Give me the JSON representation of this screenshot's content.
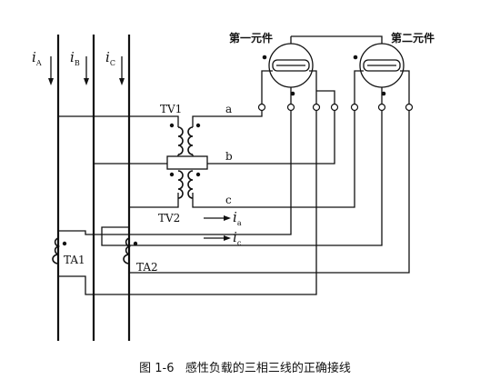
{
  "diagram": {
    "element1_label": "第一元件",
    "element2_label": "第二元件",
    "phase_currents": [
      {
        "symbol": "i",
        "sub": "A"
      },
      {
        "symbol": "i",
        "sub": "B"
      },
      {
        "symbol": "i",
        "sub": "C"
      }
    ],
    "tv1_label": "TV1",
    "tv2_label": "TV2",
    "ta1_label": "TA1",
    "ta2_label": "TA2",
    "wire_a": "a",
    "wire_b": "b",
    "wire_c": "c",
    "current_a": {
      "symbol": "i",
      "sub": "a"
    },
    "current_c": {
      "symbol": "i",
      "sub": "c"
    }
  },
  "caption": {
    "number": "图 1-6",
    "title": "感性负载的三相三线的正确接线"
  }
}
